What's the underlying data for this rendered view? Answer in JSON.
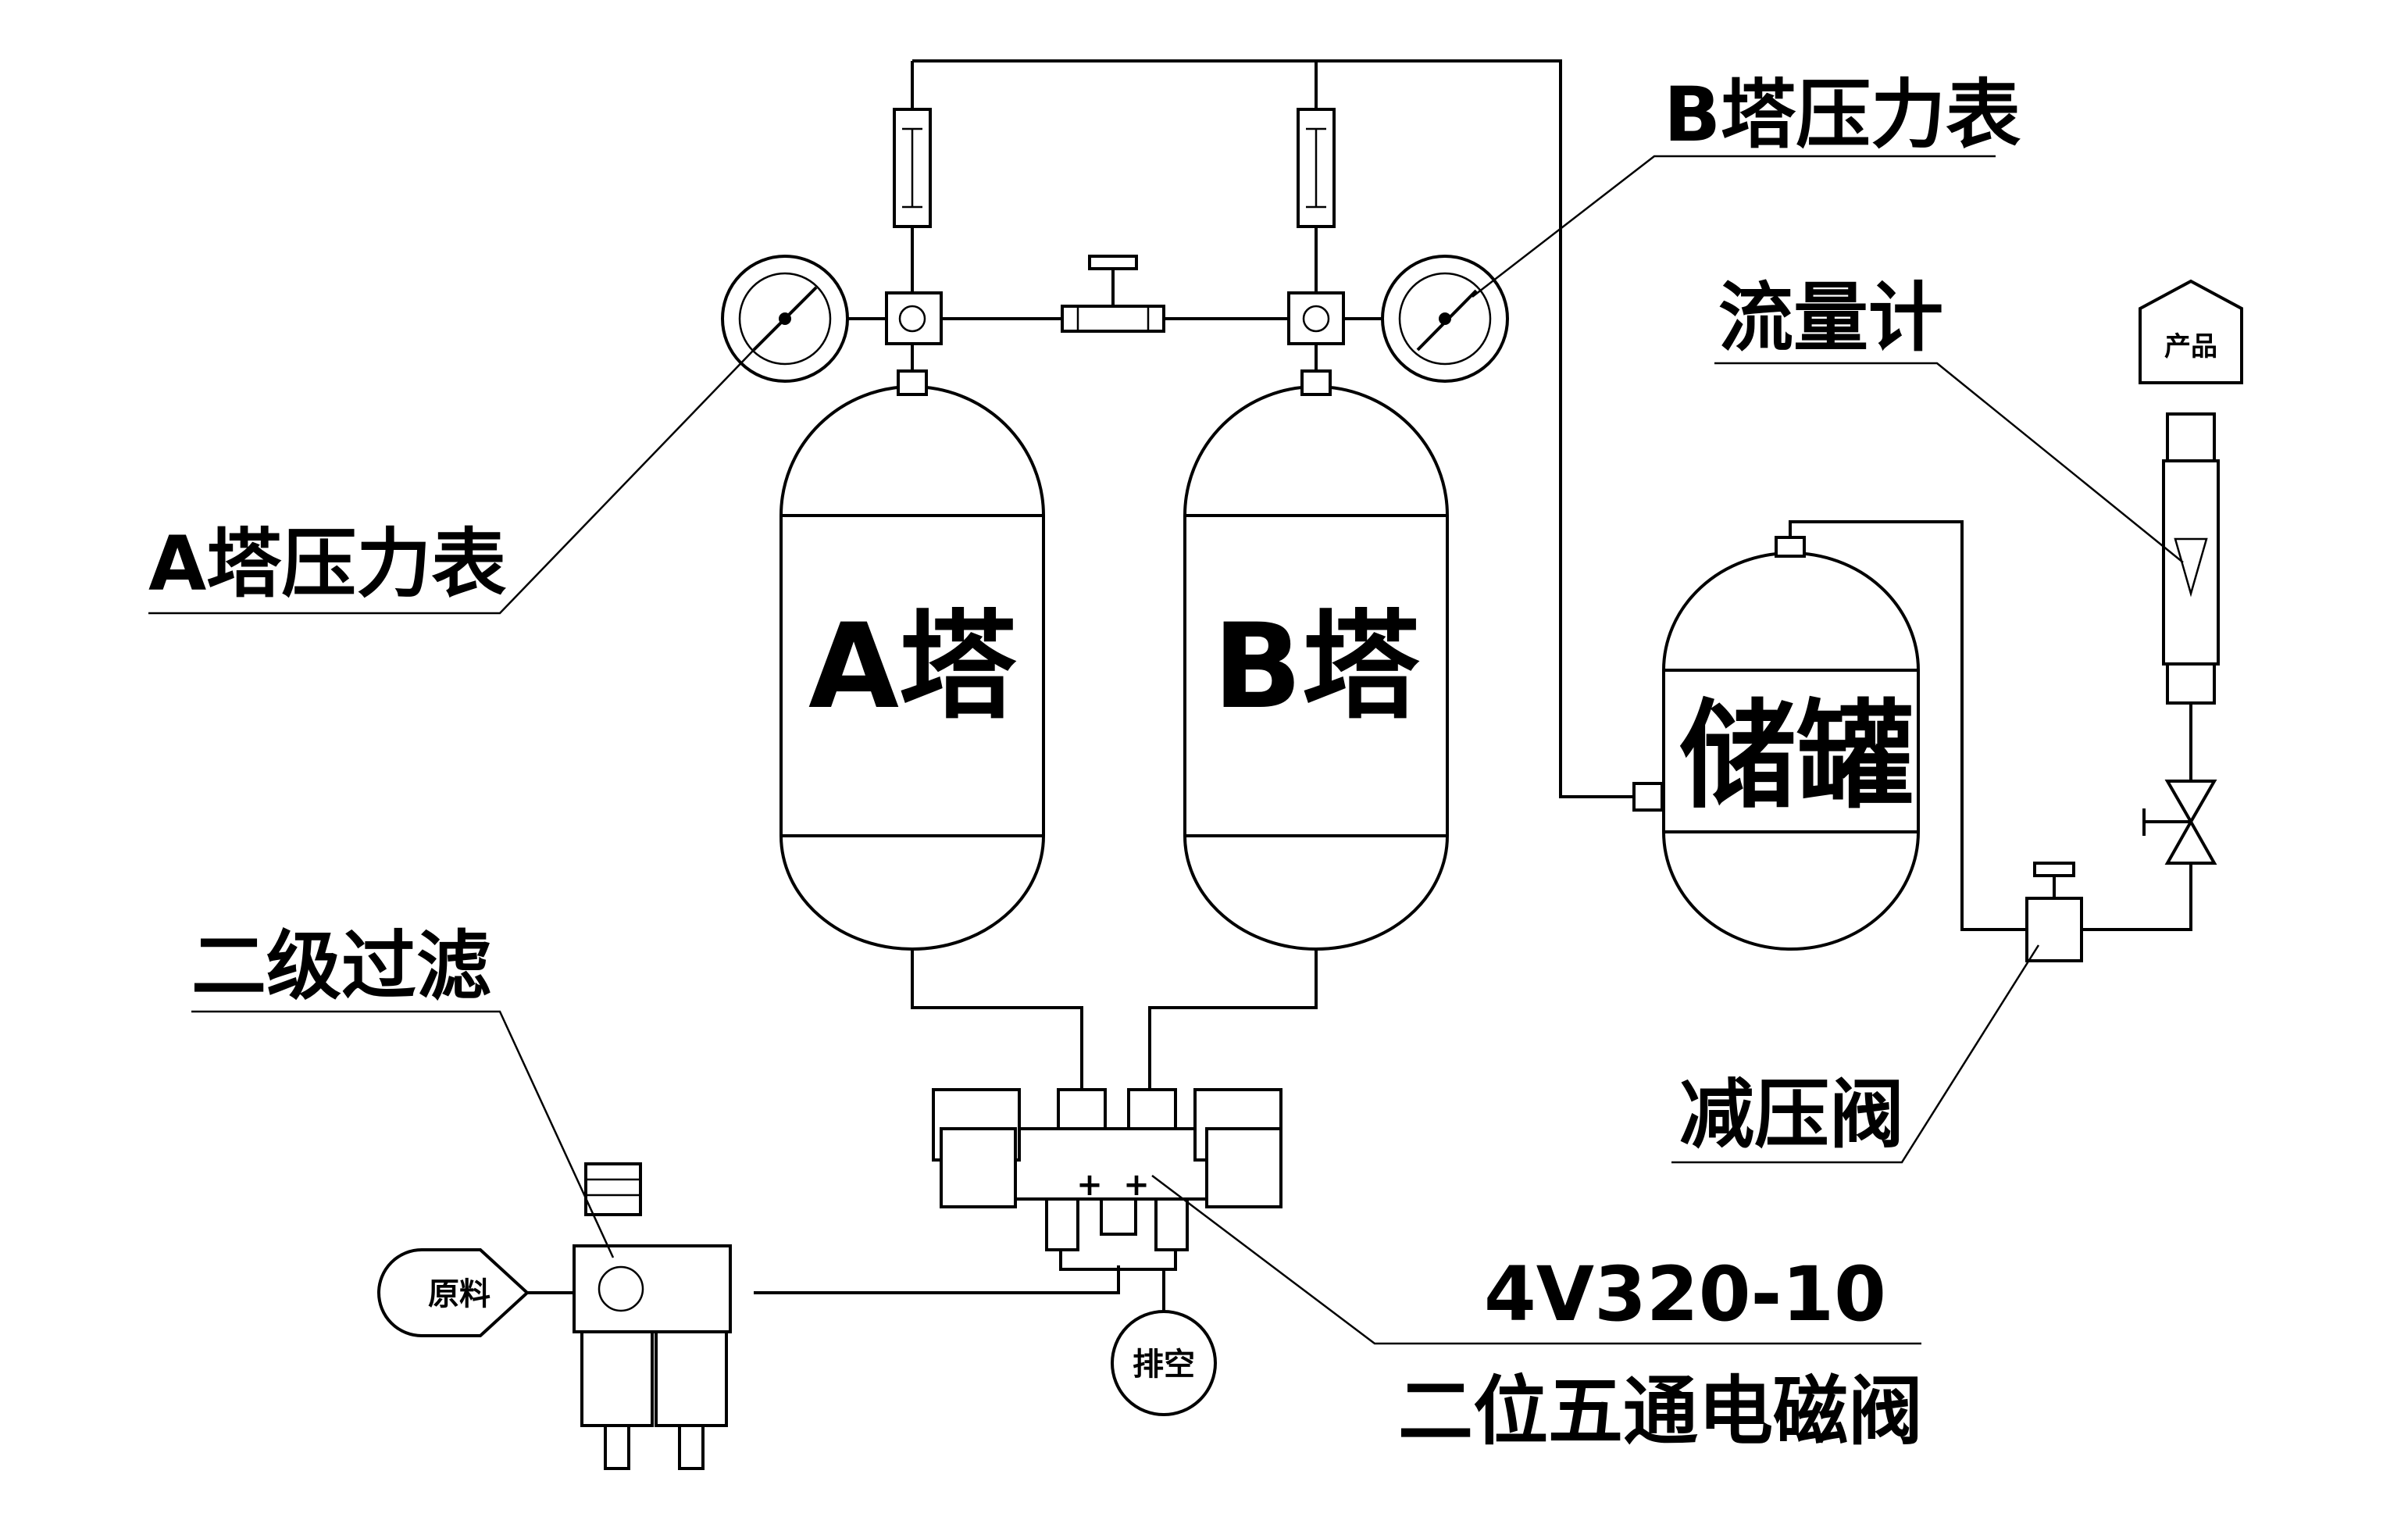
{
  "labels": {
    "tower_a": "A塔",
    "tower_b": "B塔",
    "storage_tank": "储罐",
    "gauge_a": "A塔压力表",
    "gauge_b": "B塔压力表",
    "flowmeter": "流量计",
    "filter": "二级过滤",
    "pressure_reducer": "减压阀",
    "valve_model": "4V320-10",
    "solenoid_valve": "二位五通电磁阀",
    "product": "产品",
    "raw_material": "原料",
    "exhaust": "排空"
  }
}
